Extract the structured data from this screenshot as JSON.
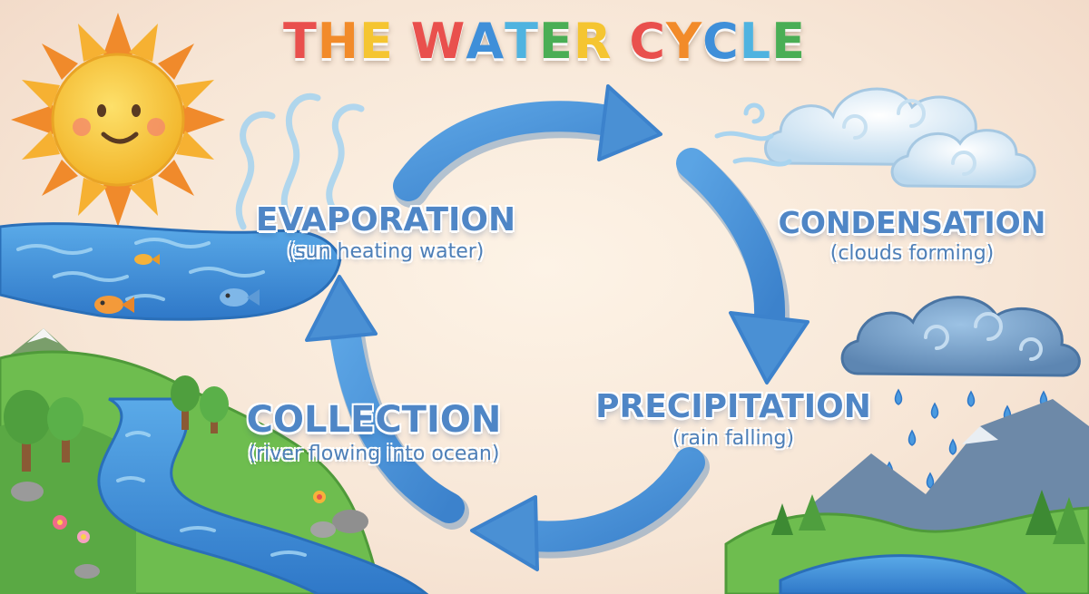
{
  "title": "THE WATER CYCLE",
  "title_colors": [
    "#e9504d",
    "#f28b2a",
    "#f5c531",
    "#e9504d",
    "#3f8fd9",
    "#4fb3e0",
    "#4aae55",
    "#f5c531",
    "#e9504d",
    "#f28b2a",
    "#3f8fd9",
    "#4fb3e0",
    "#4aae55",
    "#f5c531",
    "#e9504d"
  ],
  "stages": [
    {
      "id": "evaporation",
      "name": "EVAPORATION",
      "detail": "(sun heating water)"
    },
    {
      "id": "condensation",
      "name": "CONDENSATION",
      "detail": "(clouds forming)"
    },
    {
      "id": "precipitation",
      "name": "PRECIPITATION",
      "detail": "(rain falling)"
    },
    {
      "id": "collection",
      "name": "COLLECTION",
      "detail": "(river flowing into ocean)"
    }
  ],
  "colors": {
    "label_blue": "#4f86c6",
    "arrow_blue": "#4a90d4",
    "water": "#3f8fd9",
    "sun": "#f6c63b",
    "grass": "#6ebd4f"
  },
  "icons": [
    "sun-icon",
    "ocean-icon",
    "fish-icon",
    "vapor-icon",
    "cloud-icon",
    "rain-cloud-icon",
    "raindrop-icon",
    "mountain-icon",
    "tree-icon",
    "river-icon",
    "flower-icon",
    "rock-icon",
    "cycle-arrow-icon"
  ]
}
